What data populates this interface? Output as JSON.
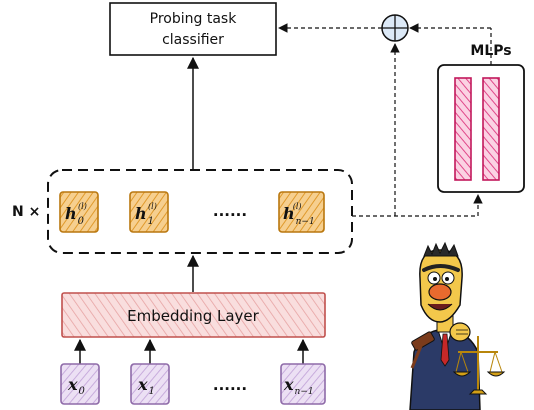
{
  "classifier": {
    "line1": "Probing task",
    "line2": "classifier"
  },
  "mlps": {
    "label": "MLPs"
  },
  "layer_repeat": {
    "label": "N ×"
  },
  "hidden_states": [
    {
      "symbol": "h",
      "sub": "0",
      "sup": "(l)"
    },
    {
      "symbol": "h",
      "sub": "1",
      "sup": "(l)"
    },
    {
      "symbol": "h",
      "sub": "n−1",
      "sup": "(l)"
    }
  ],
  "hidden_ellipsis": "......",
  "embedding": {
    "label": "Embedding Layer"
  },
  "inputs": [
    {
      "symbol": "x",
      "sub": "0"
    },
    {
      "symbol": "x",
      "sub": "1"
    },
    {
      "symbol": "x",
      "sub": "n−1"
    }
  ],
  "input_ellipsis": "......",
  "colors": {
    "hidden_fill": "#f3c27a",
    "hidden_stroke": "#b9770e",
    "embedding_fill": "#f7d3d3",
    "embedding_stroke": "#c0504d",
    "input_fill": "#e4d4ef",
    "input_stroke": "#8e6aa8",
    "mlp_fill": "#f2a6c6",
    "mlp_stroke": "#c2185b",
    "add_fill": "#dce9f7"
  },
  "icons": {
    "add": "circle-plus-icon",
    "mascot": "judge-character-illustration"
  }
}
